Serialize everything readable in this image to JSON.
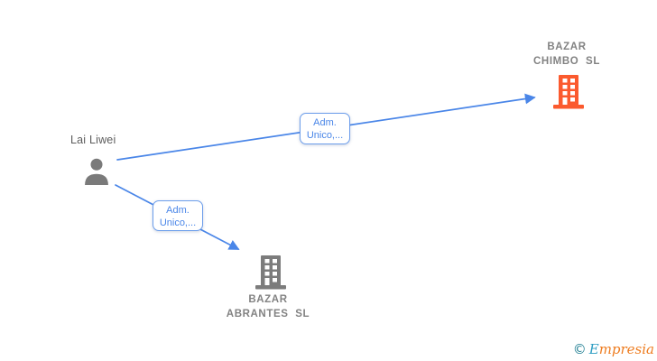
{
  "diagram": {
    "person": {
      "name": "Lai Liwei"
    },
    "companies": [
      {
        "line1": "BAZAR",
        "line2": "CHIMBO SL",
        "color": "#fb5a2e"
      },
      {
        "line1": "BAZAR",
        "line2": "ABRANTES SL",
        "color": "#7c7c7c"
      }
    ],
    "edges": [
      {
        "line1": "Adm.",
        "line2": "Unico,..."
      },
      {
        "line1": "Adm.",
        "line2": "Unico,..."
      }
    ],
    "colors": {
      "edge": "#4a86e8",
      "edge_label_border": "#6d9eeb",
      "edge_label_text": "#4a86e8",
      "person_icon": "#7a7a7a",
      "person_label": "#5c5c5c",
      "company_label": "#828282"
    },
    "watermark": {
      "symbol": "©",
      "brand_initial": "E",
      "brand_rest": "mpresia"
    }
  }
}
